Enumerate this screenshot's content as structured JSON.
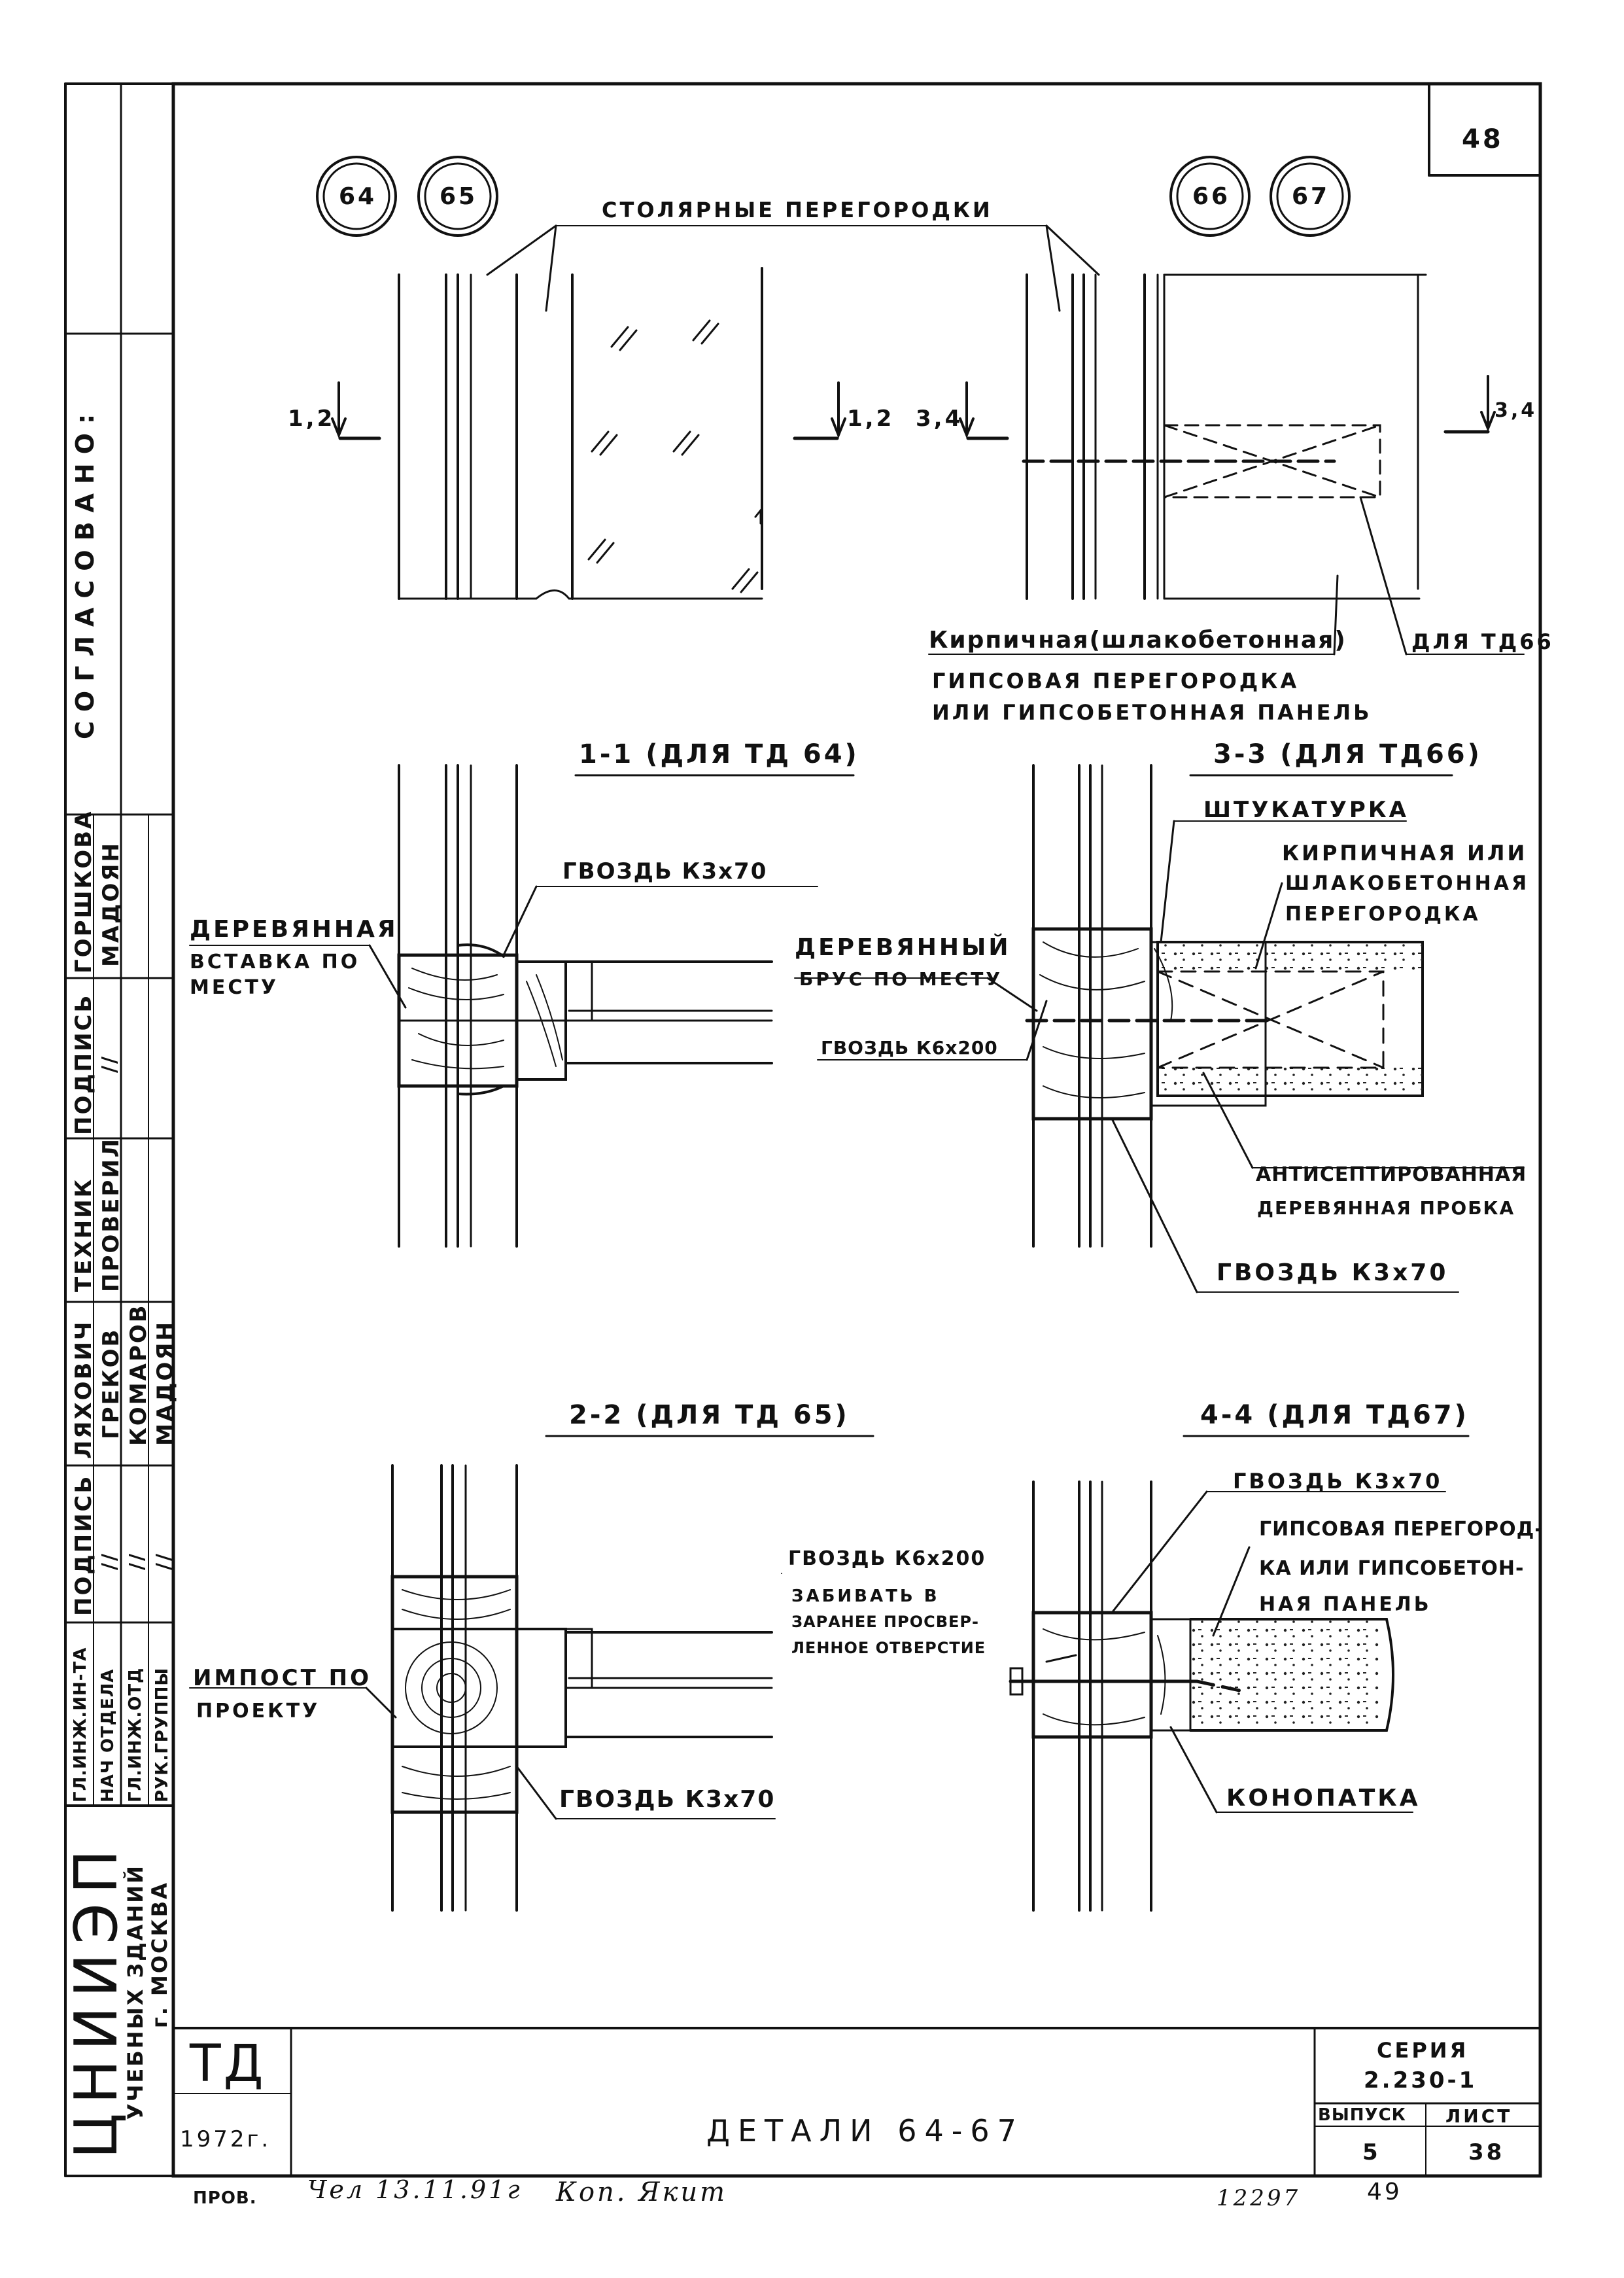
{
  "sheet_number_top": "48",
  "detail_markers": {
    "d64": "64",
    "d65": "65",
    "d66": "66",
    "d67": "67"
  },
  "top_labels": {
    "joinery_partitions": "СТОЛЯРНЫЕ ПЕРЕГОРОДКИ",
    "cut_1_2_left": "1,2",
    "cut_1_2_right": "1,2",
    "cut_3_4_left": "3,4",
    "cut_3_4_right": "3,4",
    "brick_partition": "Кирпичная(шлакобетонная)",
    "gypsum_partition_line1": "ГИПСОВАЯ ПЕРЕГОРОДКА",
    "gypsum_partition_line2": "ИЛИ ГИПСОБЕТОННАЯ ПАНЕЛЬ",
    "for_td66": "ДЛЯ ТД66"
  },
  "section_1_1": {
    "title": "1-1 (ДЛЯ ТД 64)",
    "wood_insert_1": "ДЕРЕВЯННАЯ",
    "wood_insert_2": "ВСТАВКА ПО",
    "wood_insert_3": "МЕСТУ",
    "nail": "ГВОЗДЬ К3х70"
  },
  "section_3_3": {
    "title": "3-3 (ДЛЯ ТД66)",
    "plaster": "ШТУКАТУРКА",
    "brick_1": "КИРПИЧНАЯ ИЛИ",
    "brick_2": "ШЛАКОБЕТОННАЯ",
    "brick_3": "ПЕРЕГОРОДКА",
    "beam_1": "ДЕРЕВЯННЫЙ",
    "beam_2": "БРУС ПО МЕСТУ",
    "nail_k6": "ГВОЗДЬ К6х200",
    "antiseptic_1": "АНТИСЕПТИРОВАННАЯ",
    "antiseptic_2": "ДЕРЕВЯННАЯ ПРОБКА",
    "nail_k3": "ГВОЗДЬ К3х70"
  },
  "section_2_2": {
    "title": "2-2 (ДЛЯ ТД 65)",
    "impost_1": "ИМПОСТ ПО",
    "impost_2": "ПРОЕКТУ",
    "nail": "ГВОЗДЬ К3х70"
  },
  "section_4_4": {
    "title": "4-4 (ДЛЯ ТД67)",
    "nail_k3": "ГВОЗДЬ К3х70",
    "gypsum_1": "ГИПСОВАЯ ПЕРЕГОРОД-",
    "gypsum_2": "КА ИЛИ ГИПСОБЕТОН-",
    "gypsum_3": "НАЯ ПАНЕЛЬ",
    "nail_k6_1": "ГВОЗДЬ К6х200",
    "nail_k6_2": "ЗАБИВАТЬ В",
    "nail_k6_3": "ЗАРАНЕЕ ПРОСВЕР-",
    "nail_k6_4": "ЛЕННОЕ ОТВЕРСТИЕ",
    "caulk": "КОНОПАТКА"
  },
  "side_stamp": {
    "agreed": "СОГЛАСОВАНО:",
    "org_1": "ЦНИИЭП",
    "org_2": "УЧЕБНЫХ ЗДАНИЙ",
    "org_3": "г. МОСКВА",
    "roles": [
      "ГЛ.ИНЖ.ИН-ТА",
      "НАЧ ОТДЕЛА",
      "ГЛ.ИНЖ.ОТД",
      "РУК.ГРУППЫ"
    ],
    "col_signature": "ПОДПИСЬ",
    "sig_marks": [
      "//",
      "//",
      "//"
    ],
    "names_a": "ЛЯХОВИЧ",
    "names_b": "ГРЕКОВ",
    "names_c": "КОМАРОВ",
    "names_d": "МАДОЯН",
    "tech": "ТЕХНИК",
    "checked": "ПРОВЕРИЛ",
    "sig2": "ПОДПИСЬ",
    "sig2_mark": "//",
    "gorshkova": "ГОРШКОВА",
    "madoyan2": "МАДОЯН"
  },
  "title_block": {
    "code": "ТД",
    "year": "1972г.",
    "title": "ДЕТАЛИ 64-67",
    "series_label": "СЕРИЯ",
    "series_value": "2.230-1",
    "issue_label": "ВЫПУСК",
    "sheet_label": "ЛИСТ",
    "issue_value": "5",
    "sheet_value": "38"
  },
  "footer": {
    "checked": "ПРОВ.",
    "hand_note": "Чел 13.11.91г",
    "copy": "Коп. Якит",
    "order": "12297",
    "page": "49"
  }
}
